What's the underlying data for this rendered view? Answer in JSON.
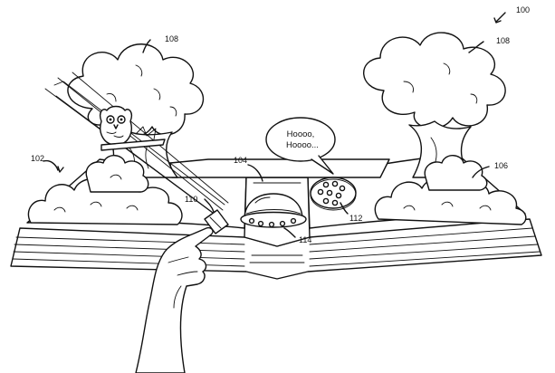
{
  "labels": {
    "fig": "100",
    "tree_left": "108",
    "tree_right": "108",
    "book_left": "102",
    "book_right": "106",
    "device": "104",
    "marker": "110",
    "speaker": "112",
    "lights": "114"
  },
  "speech": {
    "line1": "Hoooo,",
    "line2": "Hoooo..."
  }
}
